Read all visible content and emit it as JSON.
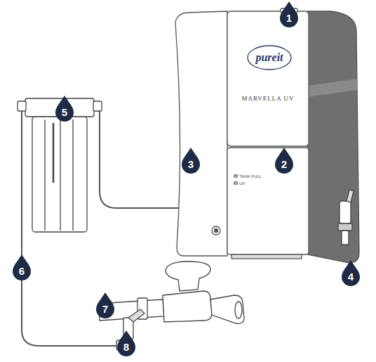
{
  "diagram": {
    "labels": [
      "1",
      "2",
      "3",
      "4",
      "5",
      "6",
      "7",
      "8",
      "pureit",
      "MARVELLA UV",
      "TANK FULL",
      "UV"
    ]
  }
}
